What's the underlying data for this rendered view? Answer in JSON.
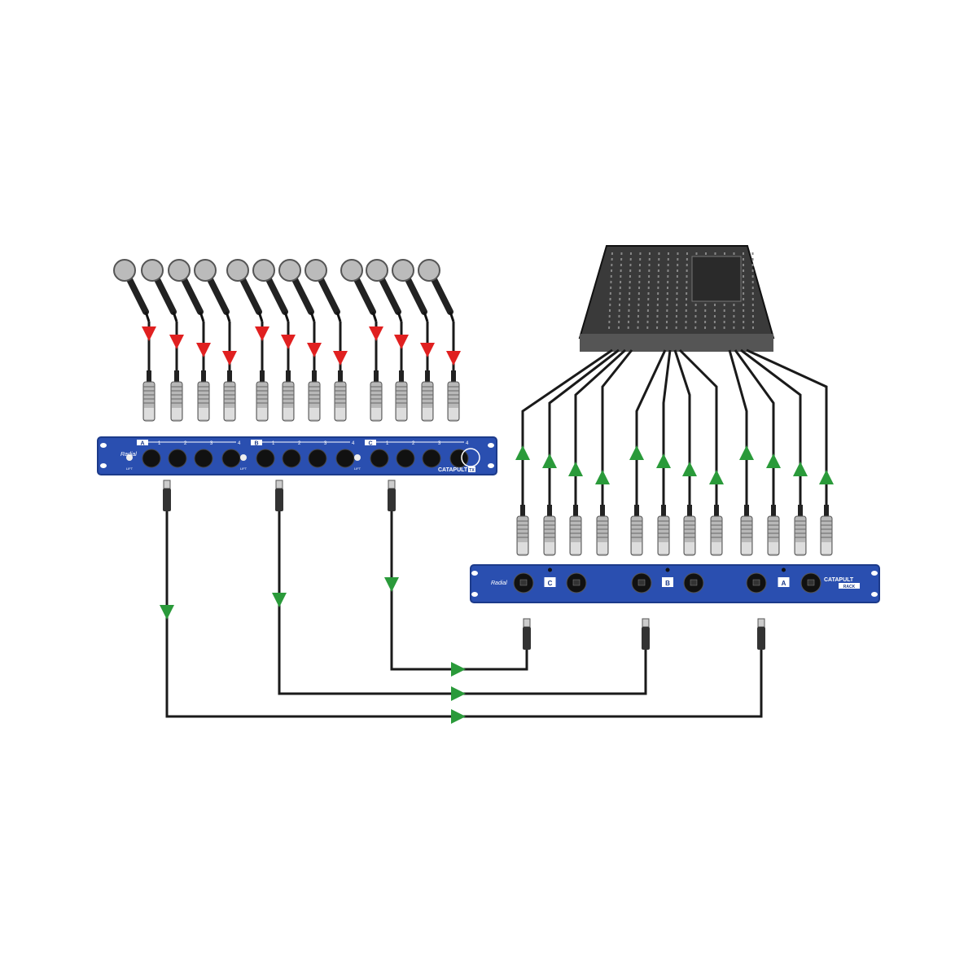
{
  "diagram": {
    "colors": {
      "cable": "#1a1a1a",
      "input_arrow": "#e02020",
      "output_arrow": "#2a9a3a",
      "rack_blue": "#2a4fb0",
      "rack_dark": "#1c3a8a"
    },
    "stage_box": {
      "brand": "Radial",
      "model": "CATAPULT",
      "model_badge": "TX",
      "lift_label": "LIFT",
      "groups": [
        {
          "label": "A",
          "channels": [
            "1",
            "2",
            "3",
            "4"
          ]
        },
        {
          "label": "B",
          "channels": [
            "1",
            "2",
            "3",
            "4"
          ]
        },
        {
          "label": "C",
          "channels": [
            "1",
            "2",
            "3",
            "4"
          ]
        }
      ]
    },
    "rack_box": {
      "brand": "Radial",
      "model": "CATAPULT",
      "model_badge": "RACK",
      "groups": [
        "C",
        "B",
        "A"
      ]
    },
    "microphone_count": 12,
    "mixer_outputs": 12
  }
}
